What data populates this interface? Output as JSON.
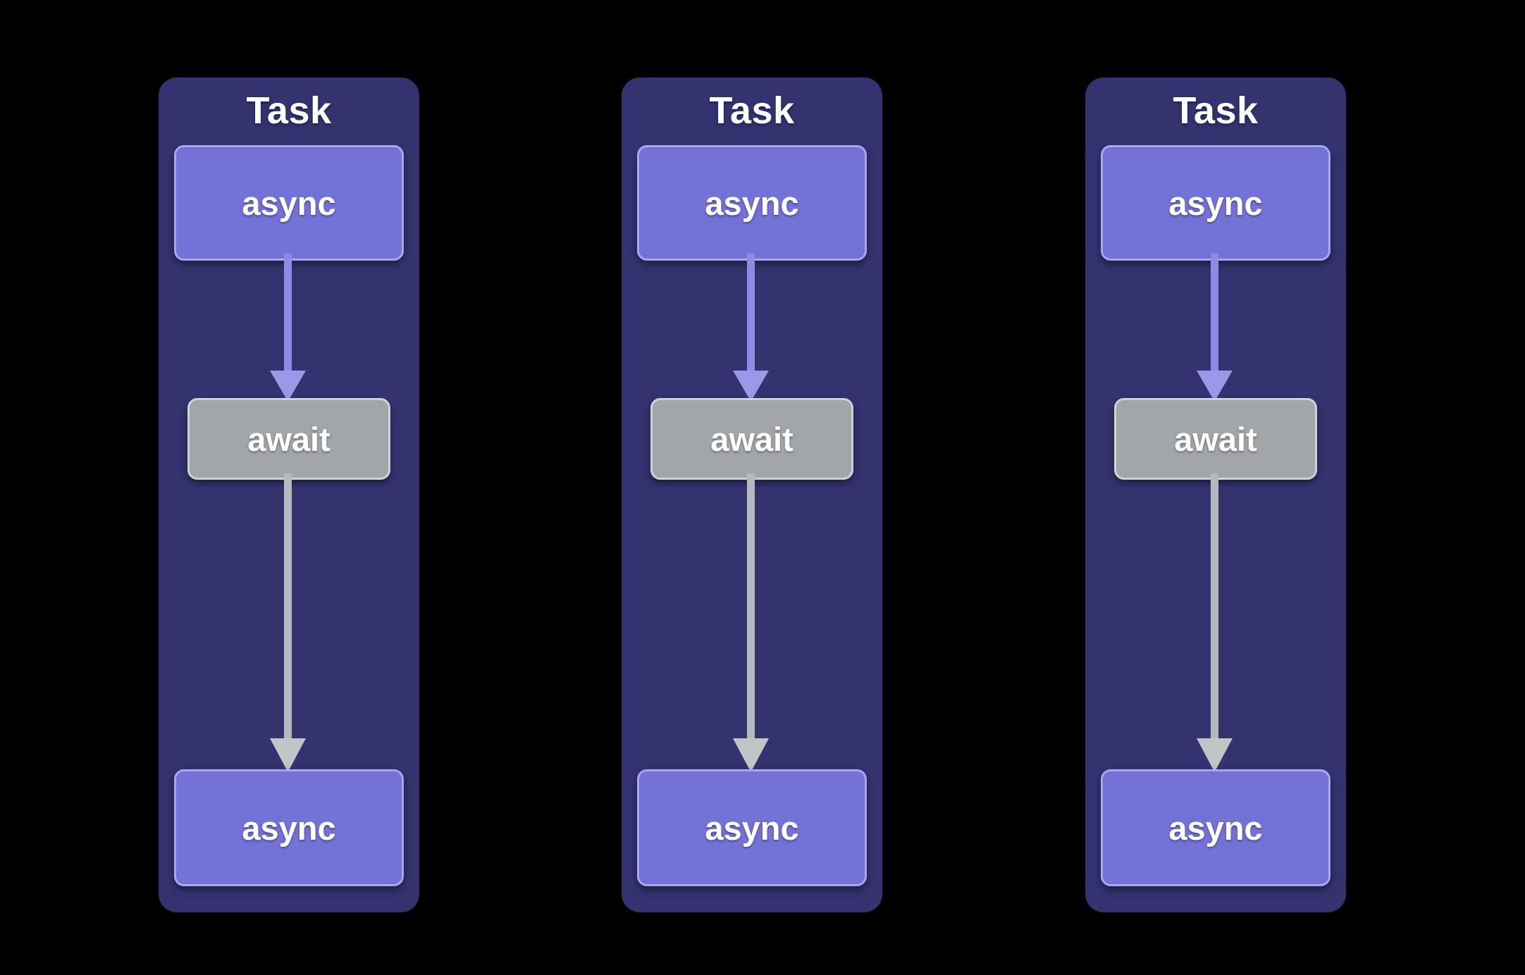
{
  "diagram": {
    "title_text": "Task",
    "background_color": "#000000",
    "task_container_color": "#343370",
    "async_node_color": "#7472d6",
    "async_node_border_color": "#a9a6ef",
    "await_node_color": "#a3a6a9",
    "await_node_border_color": "#cfd1d3",
    "purple_arrow_color": "#8d8ce4",
    "gray_arrow_color": "#b6b9bb",
    "label_color": "#ffffff",
    "tasks": [
      {
        "title": "Task",
        "nodes": [
          {
            "label": "async",
            "kind": "async"
          },
          {
            "label": "await",
            "kind": "await"
          },
          {
            "label": "async",
            "kind": "async"
          }
        ],
        "arrows": [
          {
            "from": "async",
            "to": "await",
            "color": "#8d8ce4"
          },
          {
            "from": "await",
            "to": "async",
            "color": "#b6b9bb"
          }
        ]
      },
      {
        "title": "Task",
        "nodes": [
          {
            "label": "async",
            "kind": "async"
          },
          {
            "label": "await",
            "kind": "await"
          },
          {
            "label": "async",
            "kind": "async"
          }
        ],
        "arrows": [
          {
            "from": "async",
            "to": "await",
            "color": "#8d8ce4"
          },
          {
            "from": "await",
            "to": "async",
            "color": "#b6b9bb"
          }
        ]
      },
      {
        "title": "Task",
        "nodes": [
          {
            "label": "async",
            "kind": "async"
          },
          {
            "label": "await",
            "kind": "await"
          },
          {
            "label": "async",
            "kind": "async"
          }
        ],
        "arrows": [
          {
            "from": "async",
            "to": "await",
            "color": "#8d8ce4"
          },
          {
            "from": "await",
            "to": "async",
            "color": "#b6b9bb"
          }
        ]
      }
    ]
  }
}
